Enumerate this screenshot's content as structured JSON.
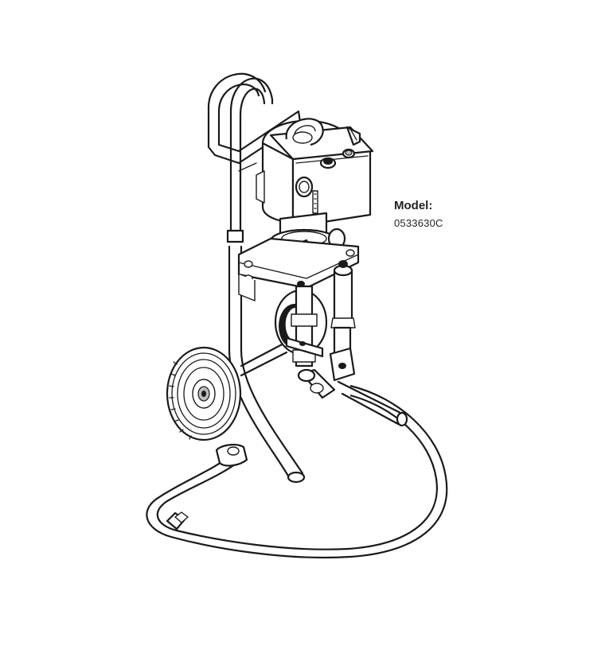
{
  "model": {
    "label": "Model:",
    "number": "0533630C"
  },
  "illustration": {
    "subject": "airless-sprayer-on-cart",
    "icons": [
      "sprayer-pump-illustration",
      "cart-wheel-icon",
      "suction-hose-icon"
    ]
  }
}
